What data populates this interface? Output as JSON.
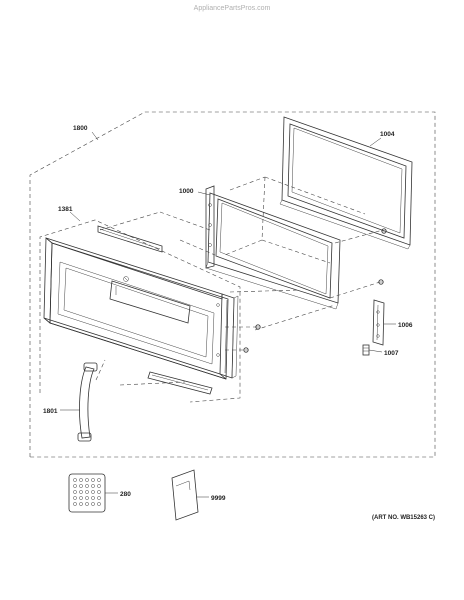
{
  "watermark": "AppliancePartsPros.com",
  "art_number": "(ART NO. WB15263 C)",
  "callouts": {
    "c1800": "1800",
    "c1004": "1004",
    "c1000": "1000",
    "c1381": "1381",
    "c1006": "1006",
    "c1007": "1007",
    "c1801": "1801",
    "c280": "280",
    "c9999": "9999"
  }
}
